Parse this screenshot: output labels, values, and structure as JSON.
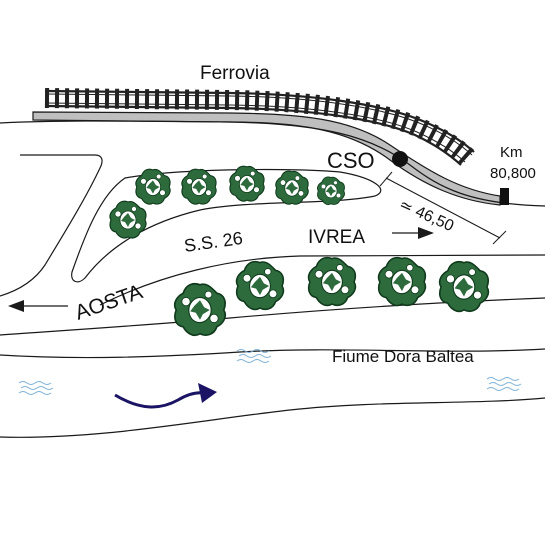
{
  "labels": {
    "railway": "Ferrovia",
    "station": "CSO",
    "km_label": "Km",
    "km_value": "80,800",
    "distance": "≃ 46,50",
    "road": "S.S. 26",
    "dir_east": "IVREA",
    "dir_west": "AOSTA",
    "river": "Fiume Dora Baltea"
  },
  "colors": {
    "line": "#1a1a1a",
    "tree_fill": "#2e6b3c",
    "tree_edge": "#0f3a1c",
    "water_ripple": "#7fb2d6",
    "flow_arrow": "#1b1464",
    "embankment": "#bfbfbf"
  },
  "icons": [
    "tree-icon",
    "railway-track",
    "station-dot",
    "km-marker",
    "flow-arrow-icon",
    "water-ripple-icon",
    "direction-arrow-icon"
  ]
}
